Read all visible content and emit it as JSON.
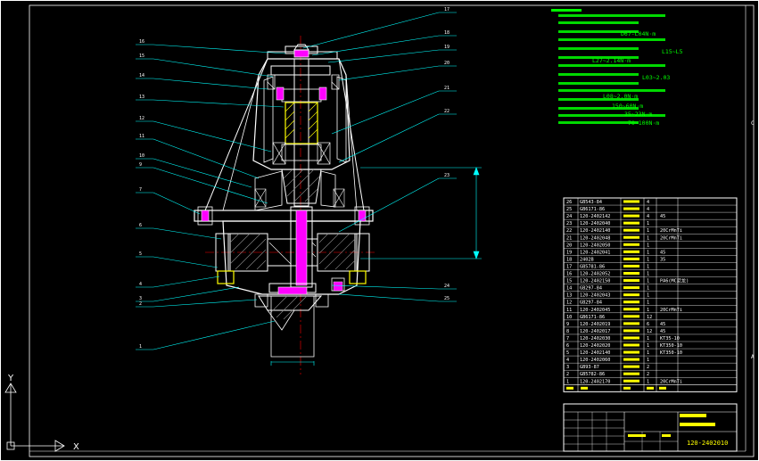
{
  "title_block": {
    "part_number": "120-2402010"
  },
  "axis_indicator": {
    "x_label": "X",
    "y_label": "Y"
  },
  "border_marks": {
    "right_letter_1": "C",
    "right_letter_2": "A"
  },
  "notes": {
    "lines": [
      "D67-L04N·m",
      "L15~L5",
      "L27~2.14N·m",
      "L03~2.03",
      "L08~2.0N·m",
      "150~60N·m",
      "35~23N·m",
      "70~100N·m"
    ]
  },
  "bom": {
    "rows": [
      {
        "no": "26",
        "code": "GB543-84",
        "qty": "4",
        "mat": ""
      },
      {
        "no": "25",
        "code": "GB6171-86",
        "qty": "4",
        "mat": ""
      },
      {
        "no": "24",
        "code": "120-2402142",
        "qty": "4",
        "mat": "45"
      },
      {
        "no": "23",
        "code": "120-2402040",
        "qty": "1",
        "mat": ""
      },
      {
        "no": "22",
        "code": "120-2402140",
        "qty": "1",
        "mat": "20CrMnTi"
      },
      {
        "no": "21",
        "code": "120-2402048",
        "qty": "1",
        "mat": "20CrMnTi"
      },
      {
        "no": "20",
        "code": "120-2402050",
        "qty": "1",
        "mat": ""
      },
      {
        "no": "19",
        "code": "120-2402041",
        "qty": "1",
        "mat": "45"
      },
      {
        "no": "18",
        "code": "2402B",
        "qty": "1",
        "mat": "35"
      },
      {
        "no": "17",
        "code": "GB5781-86",
        "qty": "1",
        "mat": ""
      },
      {
        "no": "16",
        "code": "120-2402052",
        "qty": "1",
        "mat": ""
      },
      {
        "no": "15",
        "code": "120-2402150",
        "qty": "1",
        "mat": "PA6(MC尼龙)"
      },
      {
        "no": "14",
        "code": "GB297-84",
        "qty": "1",
        "mat": ""
      },
      {
        "no": "13",
        "code": "120-2402043",
        "qty": "1",
        "mat": ""
      },
      {
        "no": "12",
        "code": "GB297-84",
        "qty": "1",
        "mat": ""
      },
      {
        "no": "11",
        "code": "120-2402045",
        "qty": "1",
        "mat": "20CrMnTi"
      },
      {
        "no": "10",
        "code": "GB6171-86",
        "qty": "12",
        "mat": ""
      },
      {
        "no": "9",
        "code": "120-2402019",
        "qty": "6",
        "mat": "45"
      },
      {
        "no": "8",
        "code": "120-2402017",
        "qty": "12",
        "mat": "45"
      },
      {
        "no": "7",
        "code": "120-2402030",
        "qty": "1",
        "mat": "KT35-10"
      },
      {
        "no": "6",
        "code": "120-2402020",
        "qty": "1",
        "mat": "KT350-10"
      },
      {
        "no": "5",
        "code": "120-2402140",
        "qty": "1",
        "mat": "KT350-10"
      },
      {
        "no": "4",
        "code": "120-2402060",
        "qty": "1",
        "mat": ""
      },
      {
        "no": "3",
        "code": "GB93-87",
        "qty": "2",
        "mat": ""
      },
      {
        "no": "2",
        "code": "GB5782-86",
        "qty": "2",
        "mat": ""
      },
      {
        "no": "1",
        "code": "120-2402170",
        "qty": "1",
        "mat": "20CrMnTi"
      }
    ]
  },
  "callouts": {
    "left": [
      "16",
      "15",
      "14",
      "13",
      "12",
      "11",
      "10",
      "9",
      "7",
      "6",
      "5",
      "4",
      "3",
      "2",
      "1"
    ],
    "right": [
      "17",
      "18",
      "19",
      "20",
      "21",
      "22",
      "23",
      "24",
      "25"
    ]
  },
  "colors": {
    "outline": "#ffffff",
    "leader": "#00ffff",
    "dim": "#00ffff",
    "hatch": "#ffff00",
    "notes": "#00ff00",
    "center": "#ff0000",
    "accent": "#ff00ff"
  }
}
